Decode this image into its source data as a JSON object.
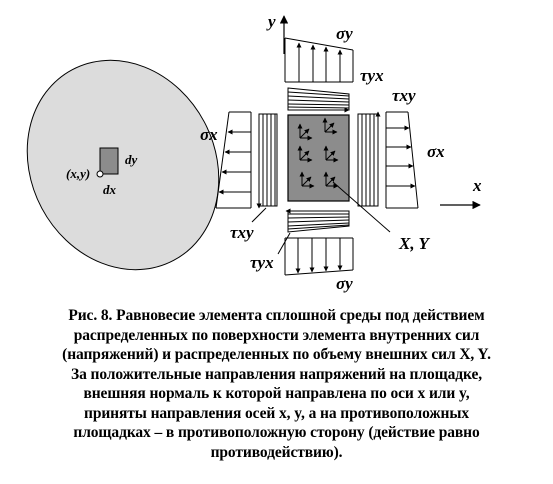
{
  "figure": {
    "axis_y": "y",
    "axis_x": "x",
    "sigma_y_top": "σy",
    "sigma_y_bottom": "σy",
    "sigma_x_left": "σx",
    "sigma_x_right": "σx",
    "tau_yx_top": "τyx",
    "tau_yx_bottom": "τyx",
    "tau_xy_right": "τxy",
    "tau_xy_left": "τxy",
    "body_forces": "X, Y",
    "point": "(x,y)",
    "dx": "dx",
    "dy": "dy"
  },
  "caption": {
    "lines": [
      "Рис. 8. Равновесие элемента сплошной среды под действием",
      "распределенных по поверхности элемента внутренних сил",
      "(напряжений) и распределенных по объему внешних сил X, Y.",
      "За положительные направления напряжений на площадке,",
      "внешняя нормаль к которой направлена по оси x или y,",
      "приняты направления осей x, y, а на противоположных",
      "площадках – в противоположную сторону (действие равно",
      "противодействию)."
    ]
  }
}
